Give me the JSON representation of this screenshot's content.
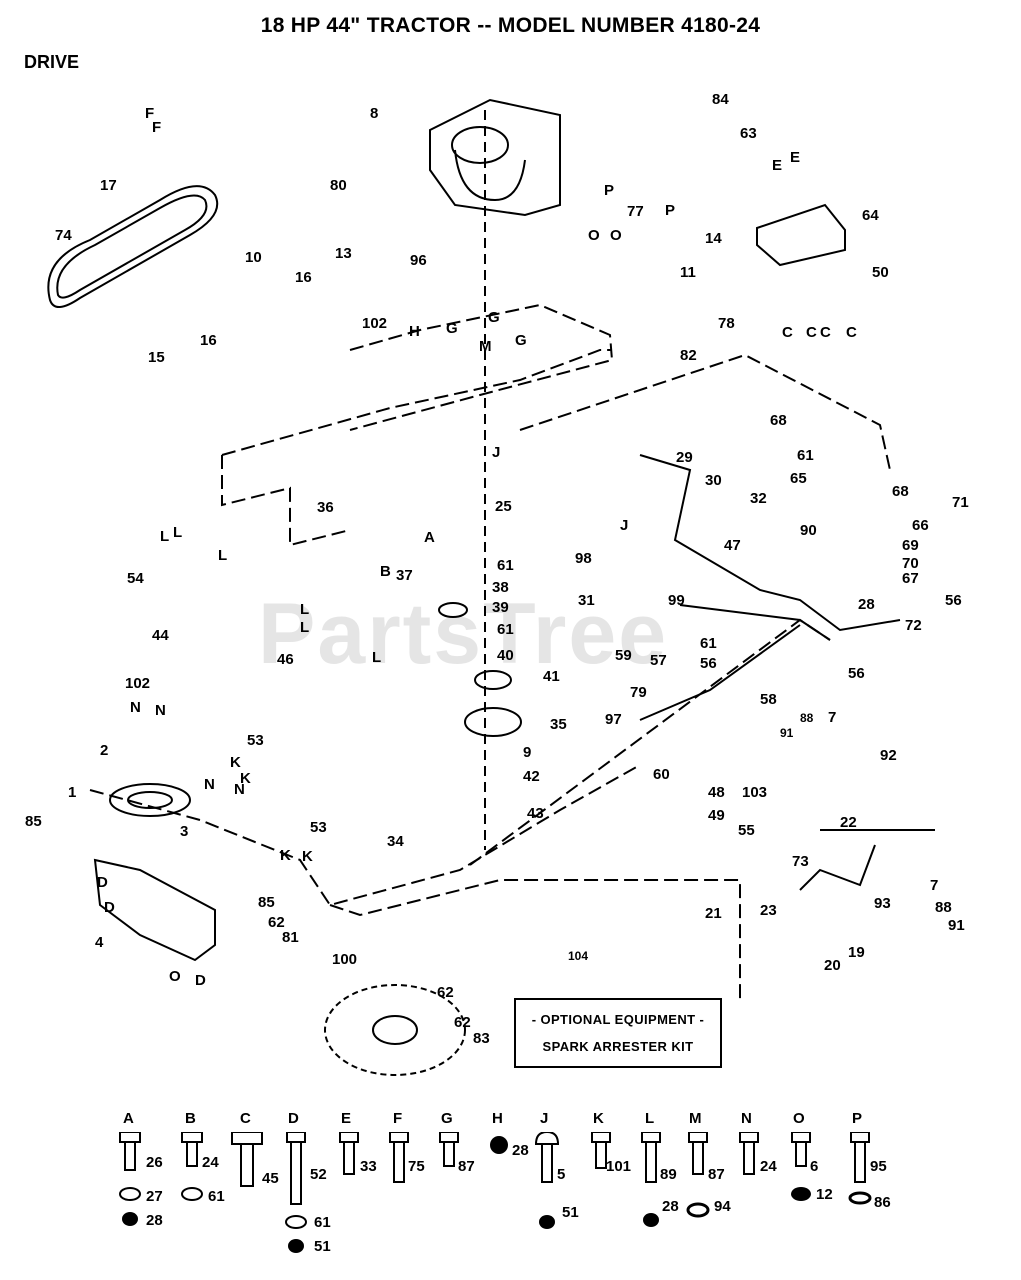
{
  "title": "18 HP 44\" TRACTOR -- MODEL NUMBER 4180-24",
  "section": "DRIVE",
  "watermark": "PartsTree",
  "optional_box": {
    "line1": "- OPTIONAL EQUIPMENT -",
    "line2": "SPARK ARRESTER KIT"
  },
  "callouts": [
    "1",
    "2",
    "3",
    "4",
    "7",
    "7",
    "8",
    "9",
    "10",
    "11",
    "13",
    "14",
    "15",
    "16",
    "16",
    "17",
    "19",
    "20",
    "21",
    "22",
    "23",
    "25",
    "28",
    "29",
    "30",
    "31",
    "32",
    "34",
    "35",
    "36",
    "37",
    "38",
    "39",
    "40",
    "41",
    "42",
    "43",
    "44",
    "46",
    "47",
    "48",
    "49",
    "50",
    "53",
    "53",
    "54",
    "55",
    "56",
    "56",
    "56",
    "57",
    "58",
    "59",
    "60",
    "61",
    "61",
    "61",
    "61",
    "62",
    "62",
    "62",
    "63",
    "64",
    "65",
    "66",
    "67",
    "68",
    "68",
    "69",
    "70",
    "71",
    "72",
    "73",
    "74",
    "77",
    "78",
    "79",
    "80",
    "81",
    "82",
    "83",
    "84",
    "85",
    "85",
    "88",
    "88",
    "90",
    "91",
    "91",
    "92",
    "93",
    "96",
    "97",
    "98",
    "99",
    "100",
    "102",
    "102",
    "103",
    "104"
  ],
  "letter_refs": [
    "F",
    "F",
    "E",
    "E",
    "P",
    "P",
    "O",
    "O",
    "C",
    "C",
    "C",
    "C",
    "G",
    "G",
    "G",
    "H",
    "M",
    "J",
    "J",
    "A",
    "B",
    "L",
    "L",
    "L",
    "L",
    "L",
    "L",
    "N",
    "N",
    "N",
    "N",
    "K",
    "K",
    "K",
    "K",
    "D",
    "D",
    "D",
    "O"
  ],
  "hardware_key": [
    {
      "letter": "A",
      "parts": [
        "26",
        "27",
        "28"
      ]
    },
    {
      "letter": "B",
      "parts": [
        "24",
        "61"
      ]
    },
    {
      "letter": "C",
      "parts": [
        "45"
      ]
    },
    {
      "letter": "D",
      "parts": [
        "52",
        "61",
        "51"
      ]
    },
    {
      "letter": "E",
      "parts": [
        "33"
      ]
    },
    {
      "letter": "F",
      "parts": [
        "75"
      ]
    },
    {
      "letter": "G",
      "parts": [
        "87"
      ]
    },
    {
      "letter": "H",
      "parts": [
        "28"
      ]
    },
    {
      "letter": "J",
      "parts": [
        "5",
        "51"
      ]
    },
    {
      "letter": "K",
      "parts": [
        "101"
      ]
    },
    {
      "letter": "L",
      "parts": [
        "89",
        "28",
        "94"
      ]
    },
    {
      "letter": "M",
      "parts": [
        "87"
      ]
    },
    {
      "letter": "N",
      "parts": [
        "24"
      ]
    },
    {
      "letter": "O",
      "parts": [
        "6",
        "12"
      ]
    },
    {
      "letter": "P",
      "parts": [
        "95",
        "86"
      ]
    }
  ]
}
